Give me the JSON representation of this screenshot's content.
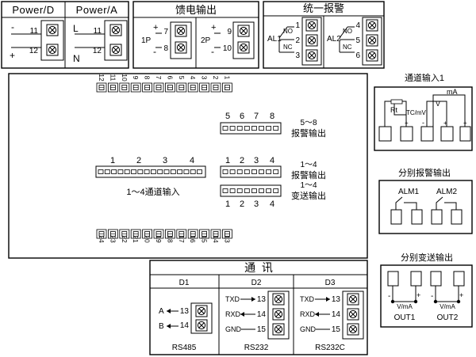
{
  "power": {
    "d": {
      "title": "Power/D",
      "minus": "-",
      "plus": "+",
      "t1": "11",
      "t2": "12"
    },
    "a": {
      "title": "Power/A",
      "l": "L",
      "n": "N",
      "t1": "11",
      "t2": "12"
    }
  },
  "feed": {
    "title": "馈电输出",
    "p1": "1P",
    "p2": "2P",
    "plus": "+",
    "minus": "-",
    "t": [
      "7",
      "8",
      "9",
      "10"
    ]
  },
  "alarm": {
    "title": "统一报警",
    "al1": "AL1",
    "al2": "AL2",
    "no": "NO",
    "nc": "NC",
    "t": [
      "1",
      "2",
      "3",
      "4",
      "5",
      "6"
    ]
  },
  "device": {
    "top_terminals": [
      "12",
      "11",
      "10",
      "9",
      "8",
      "7",
      "6",
      "5",
      "4",
      "3",
      "2",
      "1"
    ],
    "bottom_terminals": [
      "24",
      "23",
      "22",
      "21",
      "20",
      "19",
      "18",
      "17",
      "16",
      "15",
      "14",
      "13"
    ],
    "alarm58": {
      "nums": [
        "5",
        "6",
        "7",
        "8"
      ],
      "label": "5～8",
      "label2": "报警输出"
    },
    "alarm14": {
      "nums": [
        "1",
        "2",
        "3",
        "4"
      ],
      "label": "1～4",
      "label2": "报警输出"
    },
    "channel": {
      "nums": [
        "1",
        "2",
        "3",
        "4"
      ],
      "label": "1～4通道输入"
    },
    "trans": {
      "nums": [
        "1",
        "2",
        "3",
        "4"
      ],
      "label": "1～4",
      "label2": "变送输出"
    }
  },
  "comm": {
    "title": "通  讯",
    "d1": {
      "head": "D1",
      "a": "A",
      "b": "B",
      "t": [
        "13",
        "14"
      ],
      "foot": "RS485"
    },
    "d2": {
      "head": "D2",
      "sig": [
        "TXD",
        "RXD",
        "GND"
      ],
      "t": [
        "13",
        "14",
        "15"
      ],
      "foot": "RS232"
    },
    "d3": {
      "head": "D3",
      "sig": [
        "TXD",
        "RXD",
        "GND"
      ],
      "t": [
        "13",
        "14",
        "15"
      ],
      "foot": "RS232C"
    }
  },
  "input1": {
    "title": "通道输入1",
    "rt": "Rt",
    "tc": "TC/mV",
    "v": "V",
    "ma": "mA",
    "plus": "+",
    "minus": "-"
  },
  "alarm_sep": {
    "title": "分别报警输出",
    "alm1": "ALM1",
    "alm2": "ALM2"
  },
  "trans_sep": {
    "title": "分别变送输出",
    "vma": "V/mA",
    "out1": "OUT1",
    "out2": "OUT2",
    "plus": "+",
    "minus": "-"
  }
}
